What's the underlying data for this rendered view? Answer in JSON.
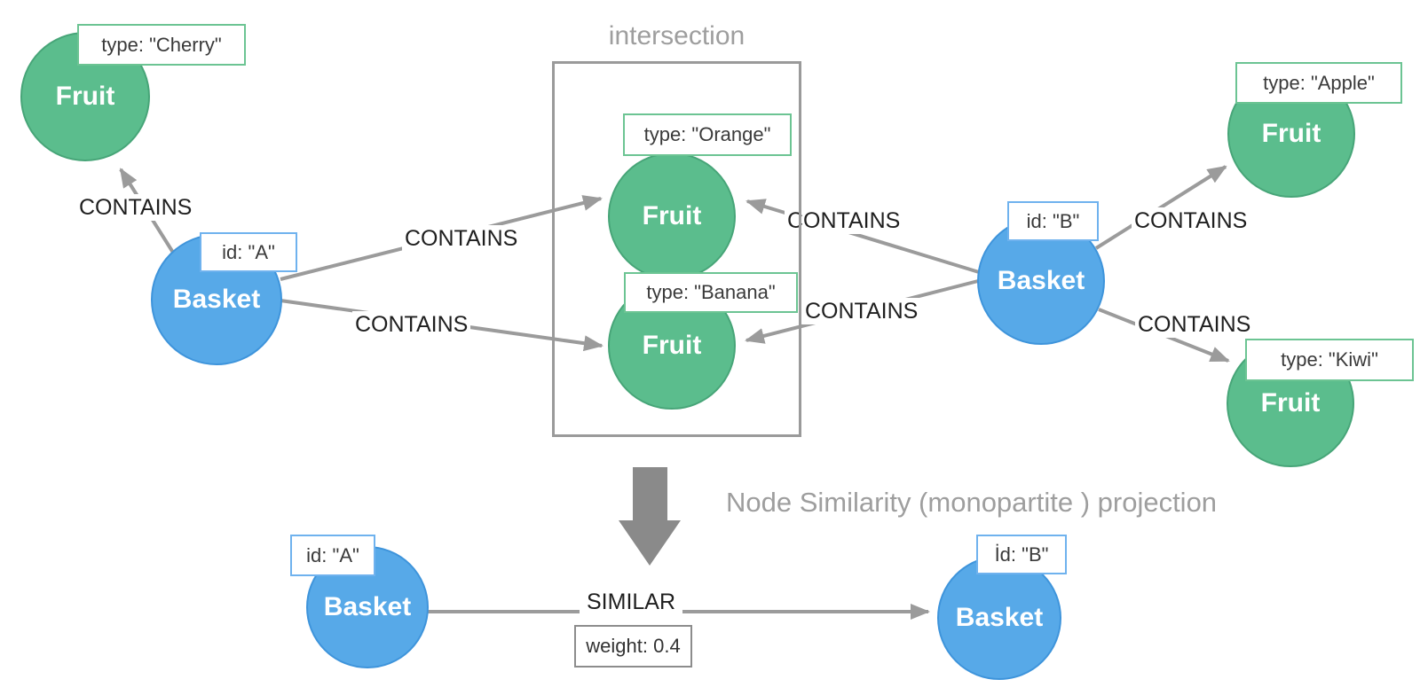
{
  "nodes": {
    "fruit_cherry": {
      "label": "Fruit",
      "property": "type: \"Cherry\""
    },
    "fruit_orange": {
      "label": "Fruit",
      "property": "type: \"Orange\""
    },
    "fruit_banana": {
      "label": "Fruit",
      "property": "type: \"Banana\""
    },
    "fruit_apple": {
      "label": "Fruit",
      "property": "type: \"Apple\""
    },
    "fruit_kiwi": {
      "label": "Fruit",
      "property": "type: \"Kiwi\""
    },
    "basket_a": {
      "label": "Basket",
      "property": "id: \"A\""
    },
    "basket_b": {
      "label": "Basket",
      "property": "id: \"B\""
    },
    "basket_a_projected": {
      "label": "Basket",
      "property": "id: \"A\""
    },
    "basket_b_projected": {
      "label": "Basket",
      "property": "İd: \"B\""
    }
  },
  "relationships": {
    "contains_labels": [
      "CONTAINS",
      "CONTAINS",
      "CONTAINS",
      "CONTAINS",
      "CONTAINS",
      "CONTAINS",
      "CONTAINS"
    ],
    "similar": {
      "type": "SIMILAR",
      "property": "weight: 0.4"
    }
  },
  "annotations": {
    "intersection_title": "intersection",
    "projection_caption": "Node Similarity (monopartite ) projection"
  },
  "colors": {
    "fruit_fill": "#5BBD8D",
    "fruit_border": "#47A578",
    "fruit_label_border": "#6CC493",
    "basket_fill": "#57A9E8",
    "basket_border": "#3E94DB",
    "basket_label_border": "#6FB2EE",
    "edge_gray": "#9B9B9B",
    "annotation_gray": "#9E9E9E",
    "projection_arrow_gray": "#8A8A8A",
    "relationship_text": "#1F1F1F",
    "property_text": "#3A3A3A",
    "weight_box_border": "#8C8C8C"
  }
}
